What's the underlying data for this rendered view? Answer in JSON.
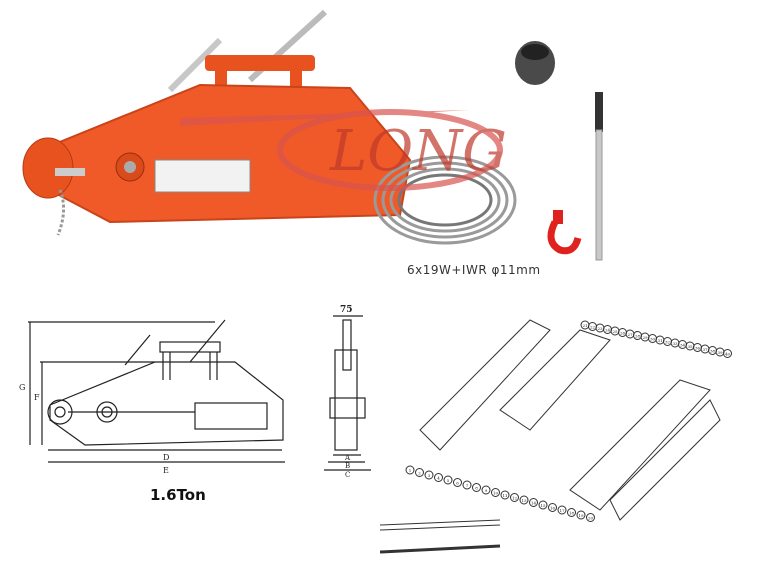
{
  "watermark": {
    "text": "LONG",
    "color": "#d9534f"
  },
  "product": {
    "body_color": "#f05a28",
    "hook_color": "#e0221e"
  },
  "wire_rope": {
    "spec_label": "6x19W+IWR   φ11mm"
  },
  "side_drawing": {
    "labels": {
      "D": "D",
      "E": "E",
      "G": "G",
      "F": "F"
    },
    "capacity_label": "1.6Ton"
  },
  "end_drawing": {
    "width_label": "75",
    "labels": {
      "A": "A",
      "B": "B",
      "C": "C"
    }
  },
  "exploded_view": {
    "part_numbers": [
      "1",
      "2",
      "3",
      "4",
      "5",
      "6",
      "7",
      "8",
      "9",
      "10",
      "11",
      "12",
      "13",
      "14",
      "15",
      "16",
      "17",
      "18",
      "19",
      "20",
      "21",
      "22",
      "23",
      "24",
      "25",
      "26",
      "27",
      "28",
      "29",
      "30",
      "31",
      "32",
      "33",
      "34",
      "35",
      "36",
      "37",
      "38",
      "39",
      "40"
    ]
  }
}
